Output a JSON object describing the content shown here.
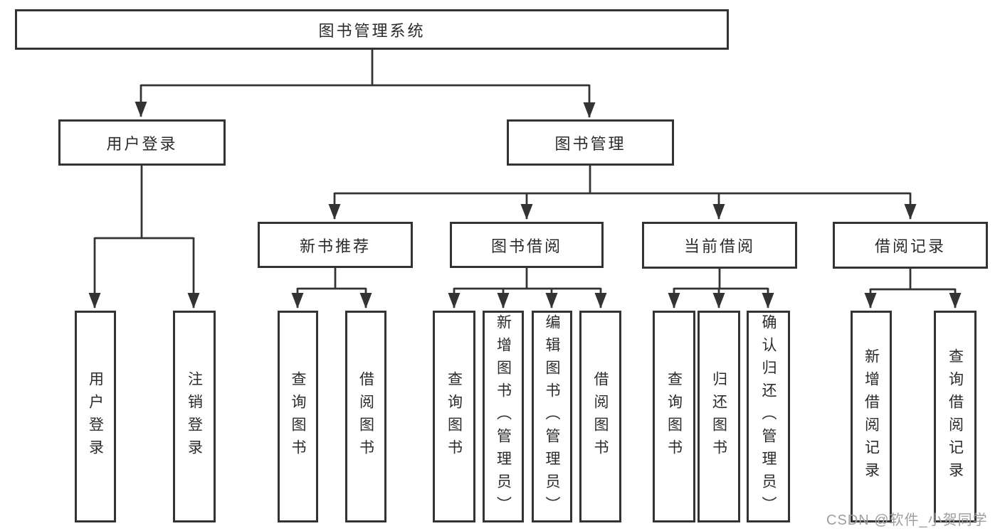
{
  "diagram": {
    "title": "图书管理系统",
    "watermark": "CSDN @软件_小贺同学",
    "colors": {
      "line": "#333333",
      "box_border": "#333333",
      "text": "#2b2b2b",
      "background": "#ffffff",
      "watermark": "#9e9e9e"
    },
    "nodes": {
      "root": {
        "label": "图书管理系统"
      },
      "user_login": {
        "label": "用户登录"
      },
      "book_mgmt": {
        "label": "图书管理"
      },
      "new_book_rec": {
        "label": "新书推荐"
      },
      "book_borrow": {
        "label": "图书借阅"
      },
      "current_borrow": {
        "label": "当前借阅"
      },
      "borrow_records": {
        "label": "借阅记录"
      },
      "leaves": [
        {
          "label": "用户登录"
        },
        {
          "label": "注销登录"
        },
        {
          "label": "查询图书"
        },
        {
          "label": "借阅图书"
        },
        {
          "label": "查询图书"
        },
        {
          "label": "新增图书（管理员）"
        },
        {
          "label": "编辑图书（管理员）"
        },
        {
          "label": "借阅图书"
        },
        {
          "label": "查询图书"
        },
        {
          "label": "归还图书"
        },
        {
          "label": "确认归还（管理员）"
        },
        {
          "label": "新增借阅记录"
        },
        {
          "label": "查询借阅记录"
        }
      ]
    }
  }
}
